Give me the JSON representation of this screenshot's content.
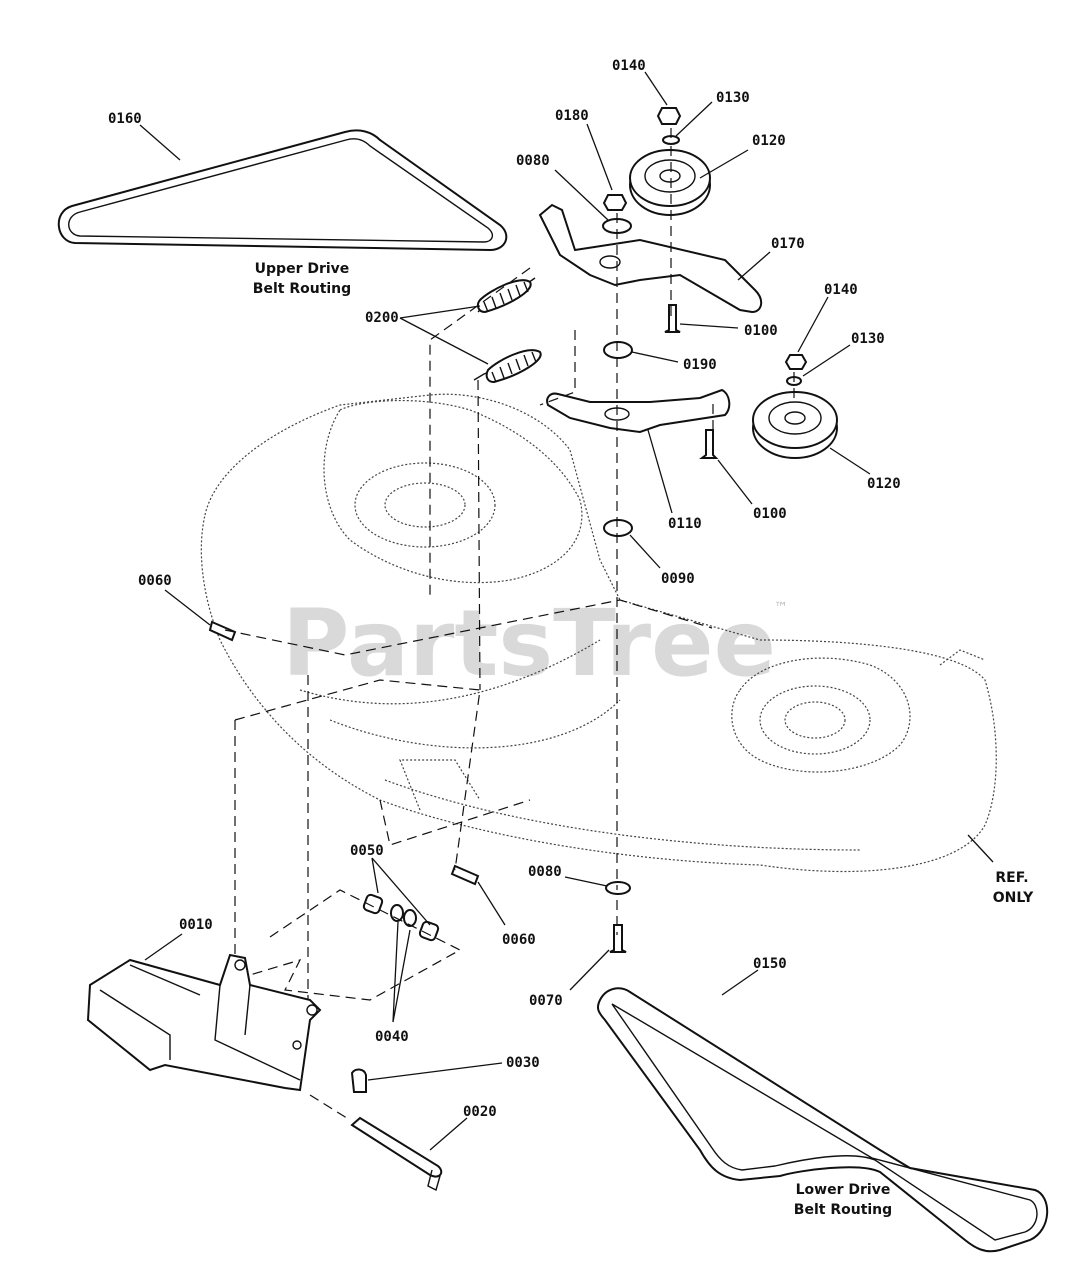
{
  "watermark": "PartsTree",
  "trademark": "™",
  "notes": {
    "upper_belt": [
      "Upper Drive",
      "Belt Routing"
    ],
    "lower_belt": [
      "Lower Drive",
      "Belt Routing"
    ],
    "reference": [
      "REF.",
      "ONLY"
    ]
  },
  "callouts": [
    "0140",
    "0130",
    "0180",
    "0120",
    "0080",
    "0160",
    "0170",
    "0200",
    "0100",
    "0190",
    "0140",
    "0130",
    "0120",
    "0100",
    "0110",
    "0090",
    "0060",
    "0050",
    "0060",
    "0080",
    "0010",
    "0040",
    "0070",
    "0150",
    "0030",
    "0020"
  ]
}
